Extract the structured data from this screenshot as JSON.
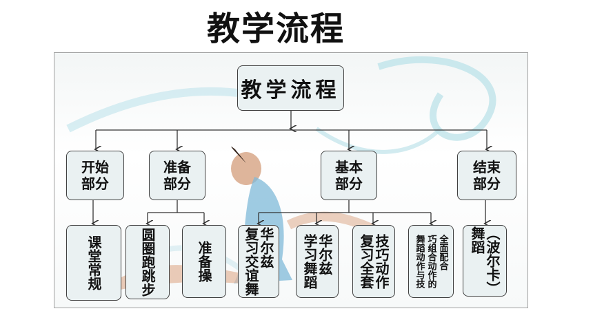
{
  "title": "教学流程",
  "root": "教学流程",
  "sections": [
    {
      "label": "开始\n部分",
      "children": [
        "课堂常规"
      ]
    },
    {
      "label": "准备\n部分",
      "children": [
        "圆圈跑跳步",
        "准备操"
      ]
    },
    {
      "label": "基本\n部分",
      "children": [
        "华尔兹\n复习交谊舞",
        "华尔兹\n学习舞蹈",
        "技巧动作\n复习全套",
        "全面配合\n巧组合动作的\n舞蹈动作与技"
      ]
    },
    {
      "label": "结束\n部分",
      "children": [
        "（波尔卡）\n舞蹈"
      ]
    }
  ]
}
